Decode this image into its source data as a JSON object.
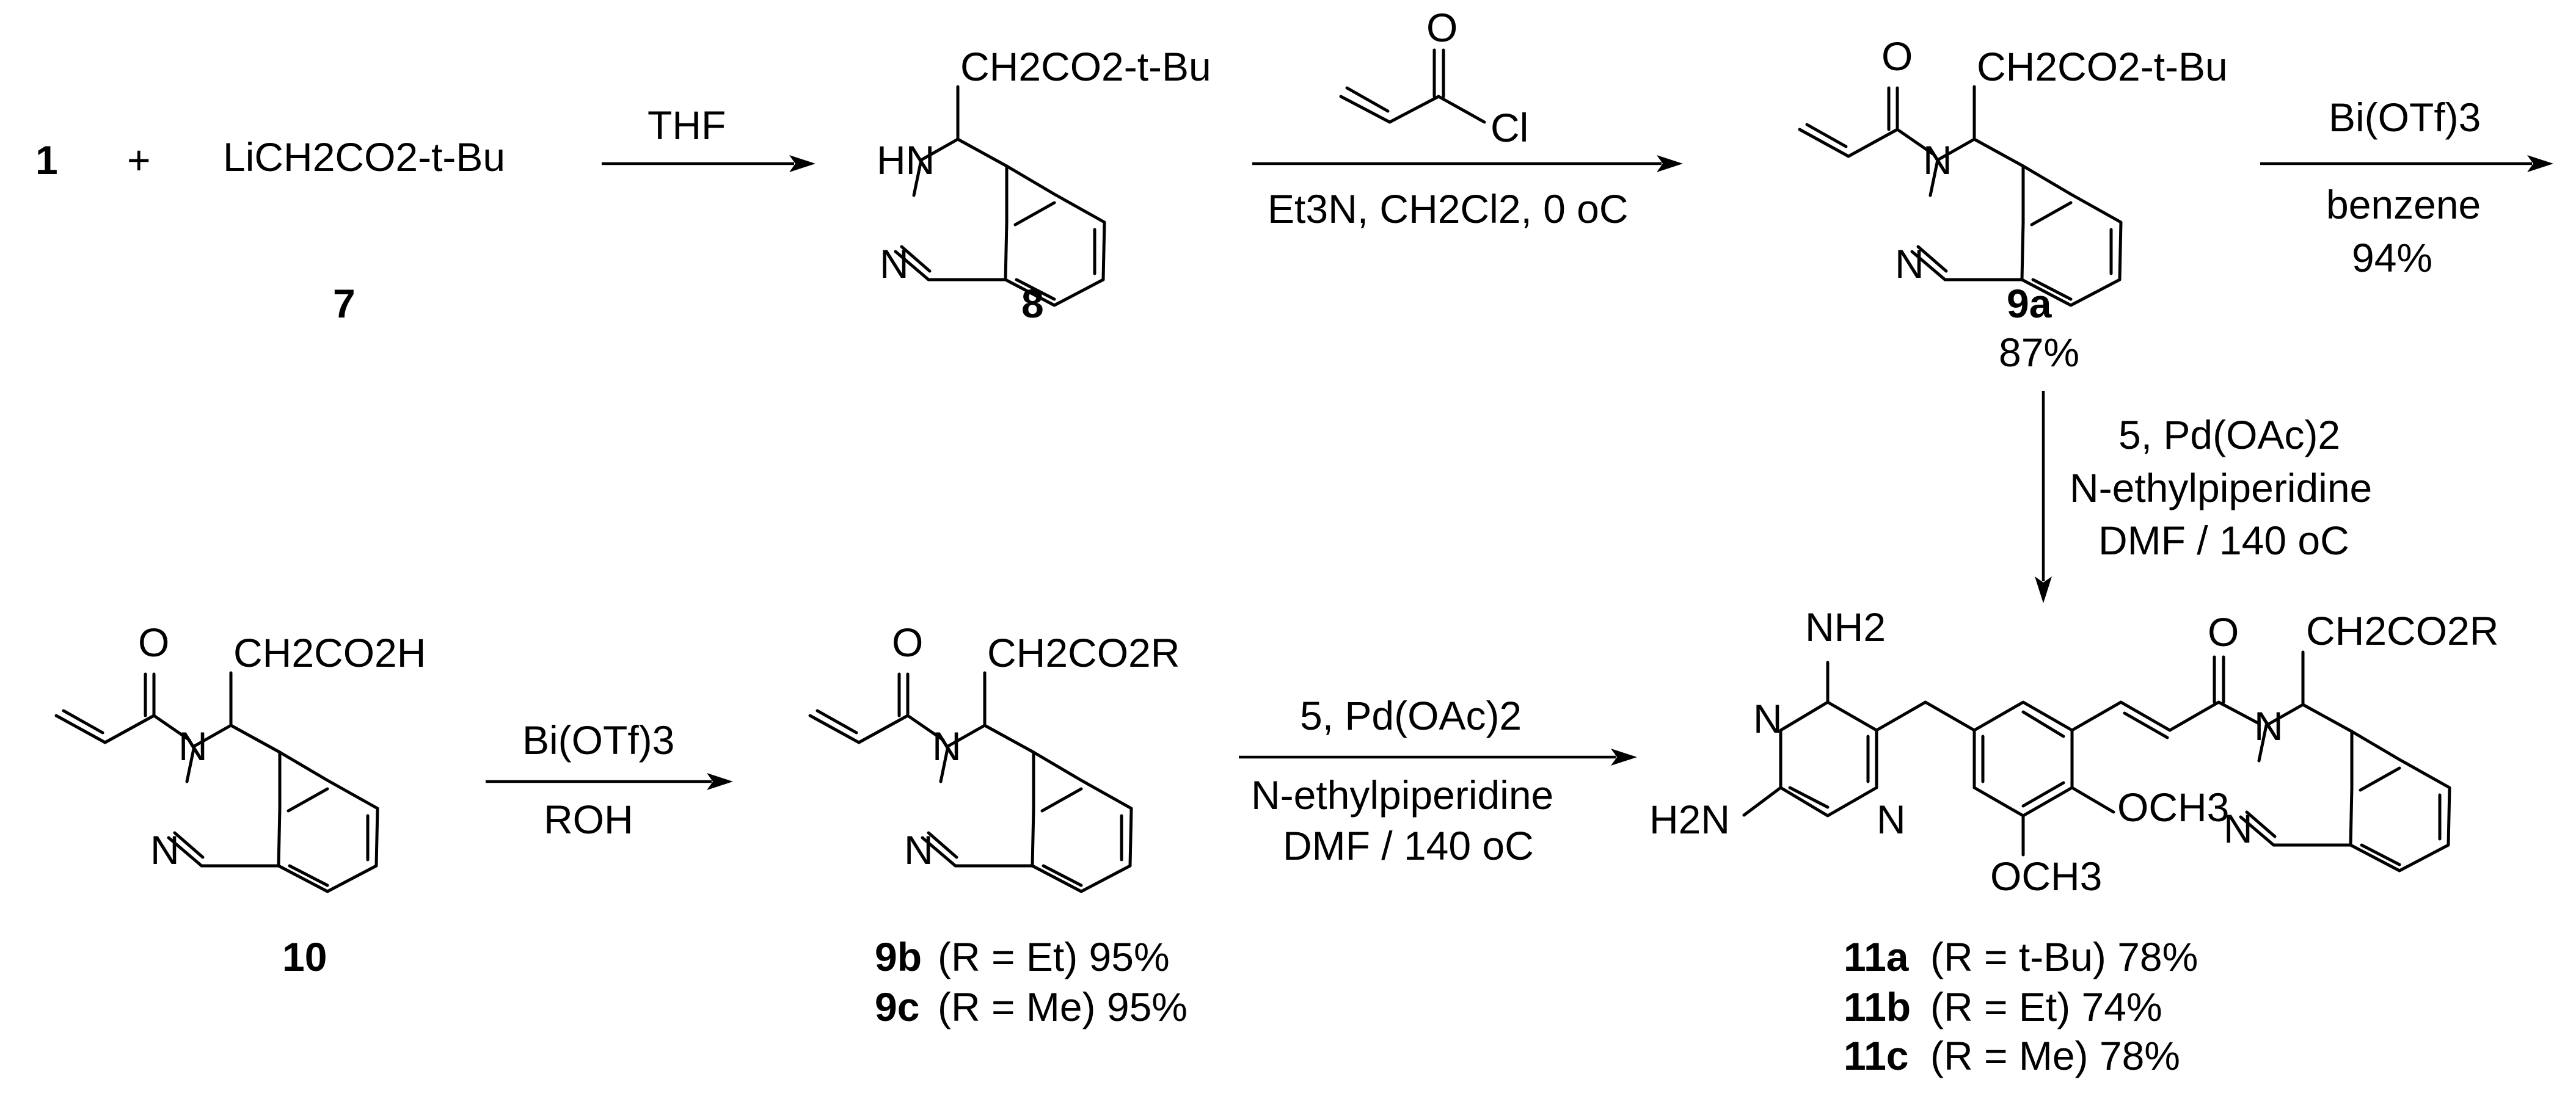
{
  "reagent_1": "1",
  "plus": "+",
  "reagent_7_formula": "LiCH2CO2-t-Bu",
  "reagent_7_label": "7",
  "step1_reagent": "THF",
  "cmpd_8_label": "8",
  "cmpd_8_substituent": "CH2CO2-t-Bu",
  "acryloyl_chloride_cl": "Cl",
  "acryloyl_chloride_o": "O",
  "step2_conditions": "Et3N, CH2Cl2, 0 oC",
  "cmpd_9a_label": "9a",
  "cmpd_9a_yield": "87%",
  "cmpd_9a_substituent": "CH2CO2-t-Bu",
  "step3_reagent": "Bi(OTf)3",
  "step3_solvent": "benzene",
  "step3_yield": "94%",
  "step4_line1": "5, Pd(OAc)2",
  "step4_line2": "N-ethylpiperidine",
  "step4_line3": "DMF / 140 oC",
  "cmpd_10_label": "10",
  "cmpd_10_substituent": "CH2CO2H",
  "step5_reagent": "Bi(OTf)3",
  "step5_solvent": "ROH",
  "cmpd_9bc_substituent": "CH2CO2R",
  "cmpd_9b": "9b",
  "cmpd_9b_desc": "(R = Et)  95%",
  "cmpd_9c": "9c",
  "cmpd_9c_desc": "(R = Me)  95%",
  "step6_line1": "5, Pd(OAc)2",
  "step6_line2": "N-ethylpiperidine",
  "step6_line3": "DMF / 140 oC",
  "cmpd_11_substituent": "CH2CO2R",
  "nh2_top": "NH2",
  "h2n_left": "H2N",
  "och3_a": "OCH3",
  "och3_b": "OCH3",
  "cmpd_11a": "11a",
  "cmpd_11a_desc": "(R = t-Bu)  78%",
  "cmpd_11b": "11b",
  "cmpd_11b_desc": "(R = Et)  74%",
  "cmpd_11c": "11c",
  "cmpd_11c_desc": "(R = Me)  78%"
}
